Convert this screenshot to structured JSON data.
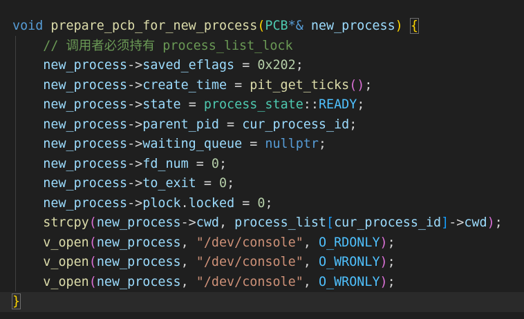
{
  "lines": [
    {
      "tokens": [
        {
          "t": "void",
          "c": "kw"
        },
        {
          "t": " ",
          "c": "op"
        },
        {
          "t": "prepare_pcb_for_new_process",
          "c": "fn"
        },
        {
          "t": "(",
          "c": "b1"
        },
        {
          "t": "PCB",
          "c": "ty"
        },
        {
          "t": "*&",
          "c": "kw"
        },
        {
          "t": " ",
          "c": "op"
        },
        {
          "t": "new_process",
          "c": "var"
        },
        {
          "t": ")",
          "c": "b1"
        },
        {
          "t": " ",
          "c": "op"
        },
        {
          "t": "{",
          "c": "b1 hl"
        }
      ]
    },
    {
      "tokens": [
        {
          "t": "    // 调用者必须持有 process_list_lock",
          "c": "cm"
        }
      ]
    },
    {
      "tokens": [
        {
          "t": "    ",
          "c": "op"
        },
        {
          "t": "new_process",
          "c": "var"
        },
        {
          "t": "->",
          "c": "op"
        },
        {
          "t": "saved_eflags",
          "c": "var"
        },
        {
          "t": " = ",
          "c": "op"
        },
        {
          "t": "0x202",
          "c": "num"
        },
        {
          "t": ";",
          "c": "op"
        }
      ]
    },
    {
      "tokens": [
        {
          "t": "    ",
          "c": "op"
        },
        {
          "t": "new_process",
          "c": "var"
        },
        {
          "t": "->",
          "c": "op"
        },
        {
          "t": "create_time",
          "c": "var"
        },
        {
          "t": " = ",
          "c": "op"
        },
        {
          "t": "pit_get_ticks",
          "c": "fn"
        },
        {
          "t": "()",
          "c": "b2"
        },
        {
          "t": ";",
          "c": "op"
        }
      ]
    },
    {
      "tokens": [
        {
          "t": "    ",
          "c": "op"
        },
        {
          "t": "new_process",
          "c": "var"
        },
        {
          "t": "->",
          "c": "op"
        },
        {
          "t": "state",
          "c": "var"
        },
        {
          "t": " = ",
          "c": "op"
        },
        {
          "t": "process_state",
          "c": "ty"
        },
        {
          "t": "::",
          "c": "op"
        },
        {
          "t": "READY",
          "c": "en"
        },
        {
          "t": ";",
          "c": "op"
        }
      ]
    },
    {
      "tokens": [
        {
          "t": "    ",
          "c": "op"
        },
        {
          "t": "new_process",
          "c": "var"
        },
        {
          "t": "->",
          "c": "op"
        },
        {
          "t": "parent_pid",
          "c": "var"
        },
        {
          "t": " = ",
          "c": "op"
        },
        {
          "t": "cur_process_id",
          "c": "var"
        },
        {
          "t": ";",
          "c": "op"
        }
      ]
    },
    {
      "tokens": [
        {
          "t": "    ",
          "c": "op"
        },
        {
          "t": "new_process",
          "c": "var"
        },
        {
          "t": "->",
          "c": "op"
        },
        {
          "t": "waiting_queue",
          "c": "var"
        },
        {
          "t": " = ",
          "c": "op"
        },
        {
          "t": "nullptr",
          "c": "kw"
        },
        {
          "t": ";",
          "c": "op"
        }
      ]
    },
    {
      "tokens": [
        {
          "t": "    ",
          "c": "op"
        },
        {
          "t": "new_process",
          "c": "var"
        },
        {
          "t": "->",
          "c": "op"
        },
        {
          "t": "fd_num",
          "c": "var"
        },
        {
          "t": " = ",
          "c": "op"
        },
        {
          "t": "0",
          "c": "num"
        },
        {
          "t": ";",
          "c": "op"
        }
      ]
    },
    {
      "tokens": [
        {
          "t": "    ",
          "c": "op"
        },
        {
          "t": "new_process",
          "c": "var"
        },
        {
          "t": "->",
          "c": "op"
        },
        {
          "t": "to_exit",
          "c": "var"
        },
        {
          "t": " = ",
          "c": "op"
        },
        {
          "t": "0",
          "c": "num"
        },
        {
          "t": ";",
          "c": "op"
        }
      ]
    },
    {
      "tokens": [
        {
          "t": "    ",
          "c": "op"
        },
        {
          "t": "new_process",
          "c": "var"
        },
        {
          "t": "->",
          "c": "op"
        },
        {
          "t": "plock",
          "c": "var"
        },
        {
          "t": ".",
          "c": "op"
        },
        {
          "t": "locked",
          "c": "var"
        },
        {
          "t": " = ",
          "c": "op"
        },
        {
          "t": "0",
          "c": "num"
        },
        {
          "t": ";",
          "c": "op"
        }
      ]
    },
    {
      "tokens": [
        {
          "t": "    ",
          "c": "op"
        },
        {
          "t": "strcpy",
          "c": "fn"
        },
        {
          "t": "(",
          "c": "b2"
        },
        {
          "t": "new_process",
          "c": "var"
        },
        {
          "t": "->",
          "c": "op"
        },
        {
          "t": "cwd",
          "c": "var"
        },
        {
          "t": ", ",
          "c": "op"
        },
        {
          "t": "process_list",
          "c": "var"
        },
        {
          "t": "[",
          "c": "b3"
        },
        {
          "t": "cur_process_id",
          "c": "var"
        },
        {
          "t": "]",
          "c": "b3"
        },
        {
          "t": "->",
          "c": "op"
        },
        {
          "t": "cwd",
          "c": "var"
        },
        {
          "t": ")",
          "c": "b2"
        },
        {
          "t": ";",
          "c": "op"
        }
      ]
    },
    {
      "tokens": [
        {
          "t": "    ",
          "c": "op"
        },
        {
          "t": "v_open",
          "c": "fn"
        },
        {
          "t": "(",
          "c": "b2"
        },
        {
          "t": "new_process",
          "c": "var"
        },
        {
          "t": ", ",
          "c": "op"
        },
        {
          "t": "\"/dev/console\"",
          "c": "str"
        },
        {
          "t": ", ",
          "c": "op"
        },
        {
          "t": "O_RDONLY",
          "c": "en"
        },
        {
          "t": ")",
          "c": "b2"
        },
        {
          "t": ";",
          "c": "op"
        }
      ]
    },
    {
      "tokens": [
        {
          "t": "    ",
          "c": "op"
        },
        {
          "t": "v_open",
          "c": "fn"
        },
        {
          "t": "(",
          "c": "b2"
        },
        {
          "t": "new_process",
          "c": "var"
        },
        {
          "t": ", ",
          "c": "op"
        },
        {
          "t": "\"/dev/console\"",
          "c": "str"
        },
        {
          "t": ", ",
          "c": "op"
        },
        {
          "t": "O_WRONLY",
          "c": "en"
        },
        {
          "t": ")",
          "c": "b2"
        },
        {
          "t": ";",
          "c": "op"
        }
      ]
    },
    {
      "tokens": [
        {
          "t": "    ",
          "c": "op"
        },
        {
          "t": "v_open",
          "c": "fn"
        },
        {
          "t": "(",
          "c": "b2"
        },
        {
          "t": "new_process",
          "c": "var"
        },
        {
          "t": ", ",
          "c": "op"
        },
        {
          "t": "\"/dev/console\"",
          "c": "str"
        },
        {
          "t": ", ",
          "c": "op"
        },
        {
          "t": "O_WRONLY",
          "c": "en"
        },
        {
          "t": ")",
          "c": "b2"
        },
        {
          "t": ";",
          "c": "op"
        }
      ]
    },
    {
      "tokens": [
        {
          "t": "}",
          "c": "b1 hl"
        }
      ]
    }
  ],
  "current_line": 14
}
